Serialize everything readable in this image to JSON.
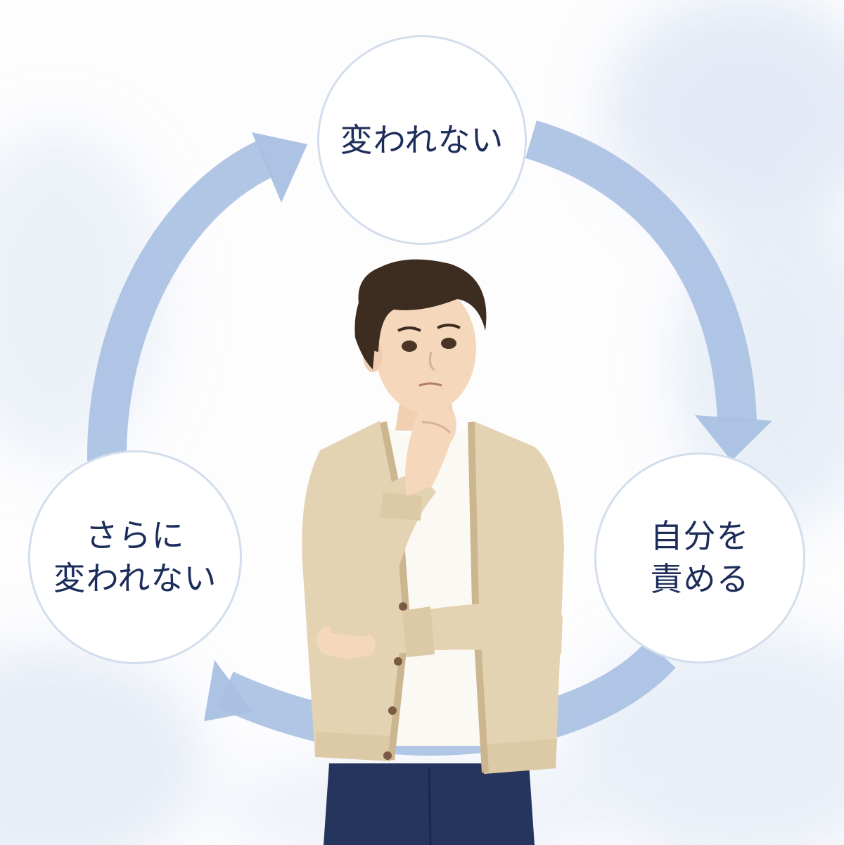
{
  "cycle": {
    "nodes": [
      {
        "id": "top",
        "label": "変われない"
      },
      {
        "id": "right",
        "label": "自分を\n責める"
      },
      {
        "id": "left",
        "label": "さらに\n変われない"
      }
    ],
    "arrow_color": "#a9c0e2",
    "node_text_color": "#1c2d5a",
    "node_border_color": "#d3deec"
  },
  "figure": {
    "icon": "thinking-man-illustration",
    "cardigan_color": "#e4d3b3",
    "shirt_color": "#fbf9f4",
    "pants_color": "#26355e",
    "hair_color": "#3d2c20",
    "skin_color": "#f5d7bc"
  }
}
